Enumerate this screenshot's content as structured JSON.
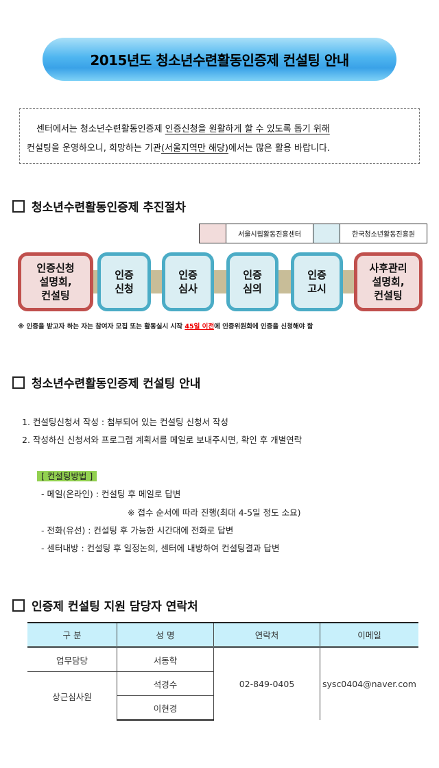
{
  "title": "2015년도 청소년수련활동인증제 컨설팅 안내",
  "intro": {
    "line1_prefix": "센터에서는 청소년수련활동인증제 ",
    "line1_underlined": "인증신청을 원활하게 할 수 있도록 돕기 위해",
    "line2_prefix": "컨설팅을 운영하오니, 희망하는 기관",
    "line2_underlined": "(서울지역만 해당)",
    "line2_suffix": "에서는 많은 활용 바랍니다."
  },
  "section1": {
    "heading": "청소년수련활동인증제 추진절차",
    "legend": [
      {
        "label": "서울시립활동진흥센터",
        "color": "#f2dcdb"
      },
      {
        "label": "한국청소년활동진흥원",
        "color": "#daeef3"
      }
    ],
    "steps": [
      {
        "label": "인증신청\n설명회,\n컨설팅",
        "org": "red"
      },
      {
        "label": "인증\n신청",
        "org": "blue"
      },
      {
        "label": "인증\n심사",
        "org": "blue"
      },
      {
        "label": "인증\n심의",
        "org": "blue"
      },
      {
        "label": "인증\n고시",
        "org": "blue"
      },
      {
        "label": "사후관리\n설명회,\n컨설팅",
        "org": "red"
      }
    ],
    "note_prefix": "※ 인증을 받고자 하는 자는 참여자 모집 또는 활동실시 시작 ",
    "note_highlight": "45일 이전",
    "note_suffix": "에 인증위원회에 인증을 신청해야 함"
  },
  "section2": {
    "heading": "청소년수련활동인증제 컨설팅 안내",
    "items": [
      "1. 컨설팅신청서 작성 : 첨부되어 있는 컨설팅 신청서 작성",
      "2. 작성하신 신청서와 프로그램 계획서를 메일로 보내주시면, 확인 후 개별연락"
    ],
    "method_label": "[ 컨설팅방법 ]",
    "methods": [
      "- 메일(온라인) : 컨설팅 후 메일로 답변",
      "※ 접수 순서에 따라 진행(최대 4-5일 정도 소요)",
      "- 전화(유선) : 컨설팅 후 가능한 시간대에 전화로 답변",
      "- 센터내방 : 컨설팅 후 일정논의, 센터에 내방하여 컨설팅결과 답변"
    ]
  },
  "section3": {
    "heading": "인증제 컨설팅 지원 담당자 연락처",
    "headers": [
      "구  분",
      "성  명",
      "연락처",
      "이메일"
    ],
    "roles": [
      "업무담당",
      "상근심사원"
    ],
    "names": [
      "서동학",
      "석경수",
      "이현경"
    ],
    "phone": "02-849-0405",
    "email": "sysc0404@naver.com"
  }
}
